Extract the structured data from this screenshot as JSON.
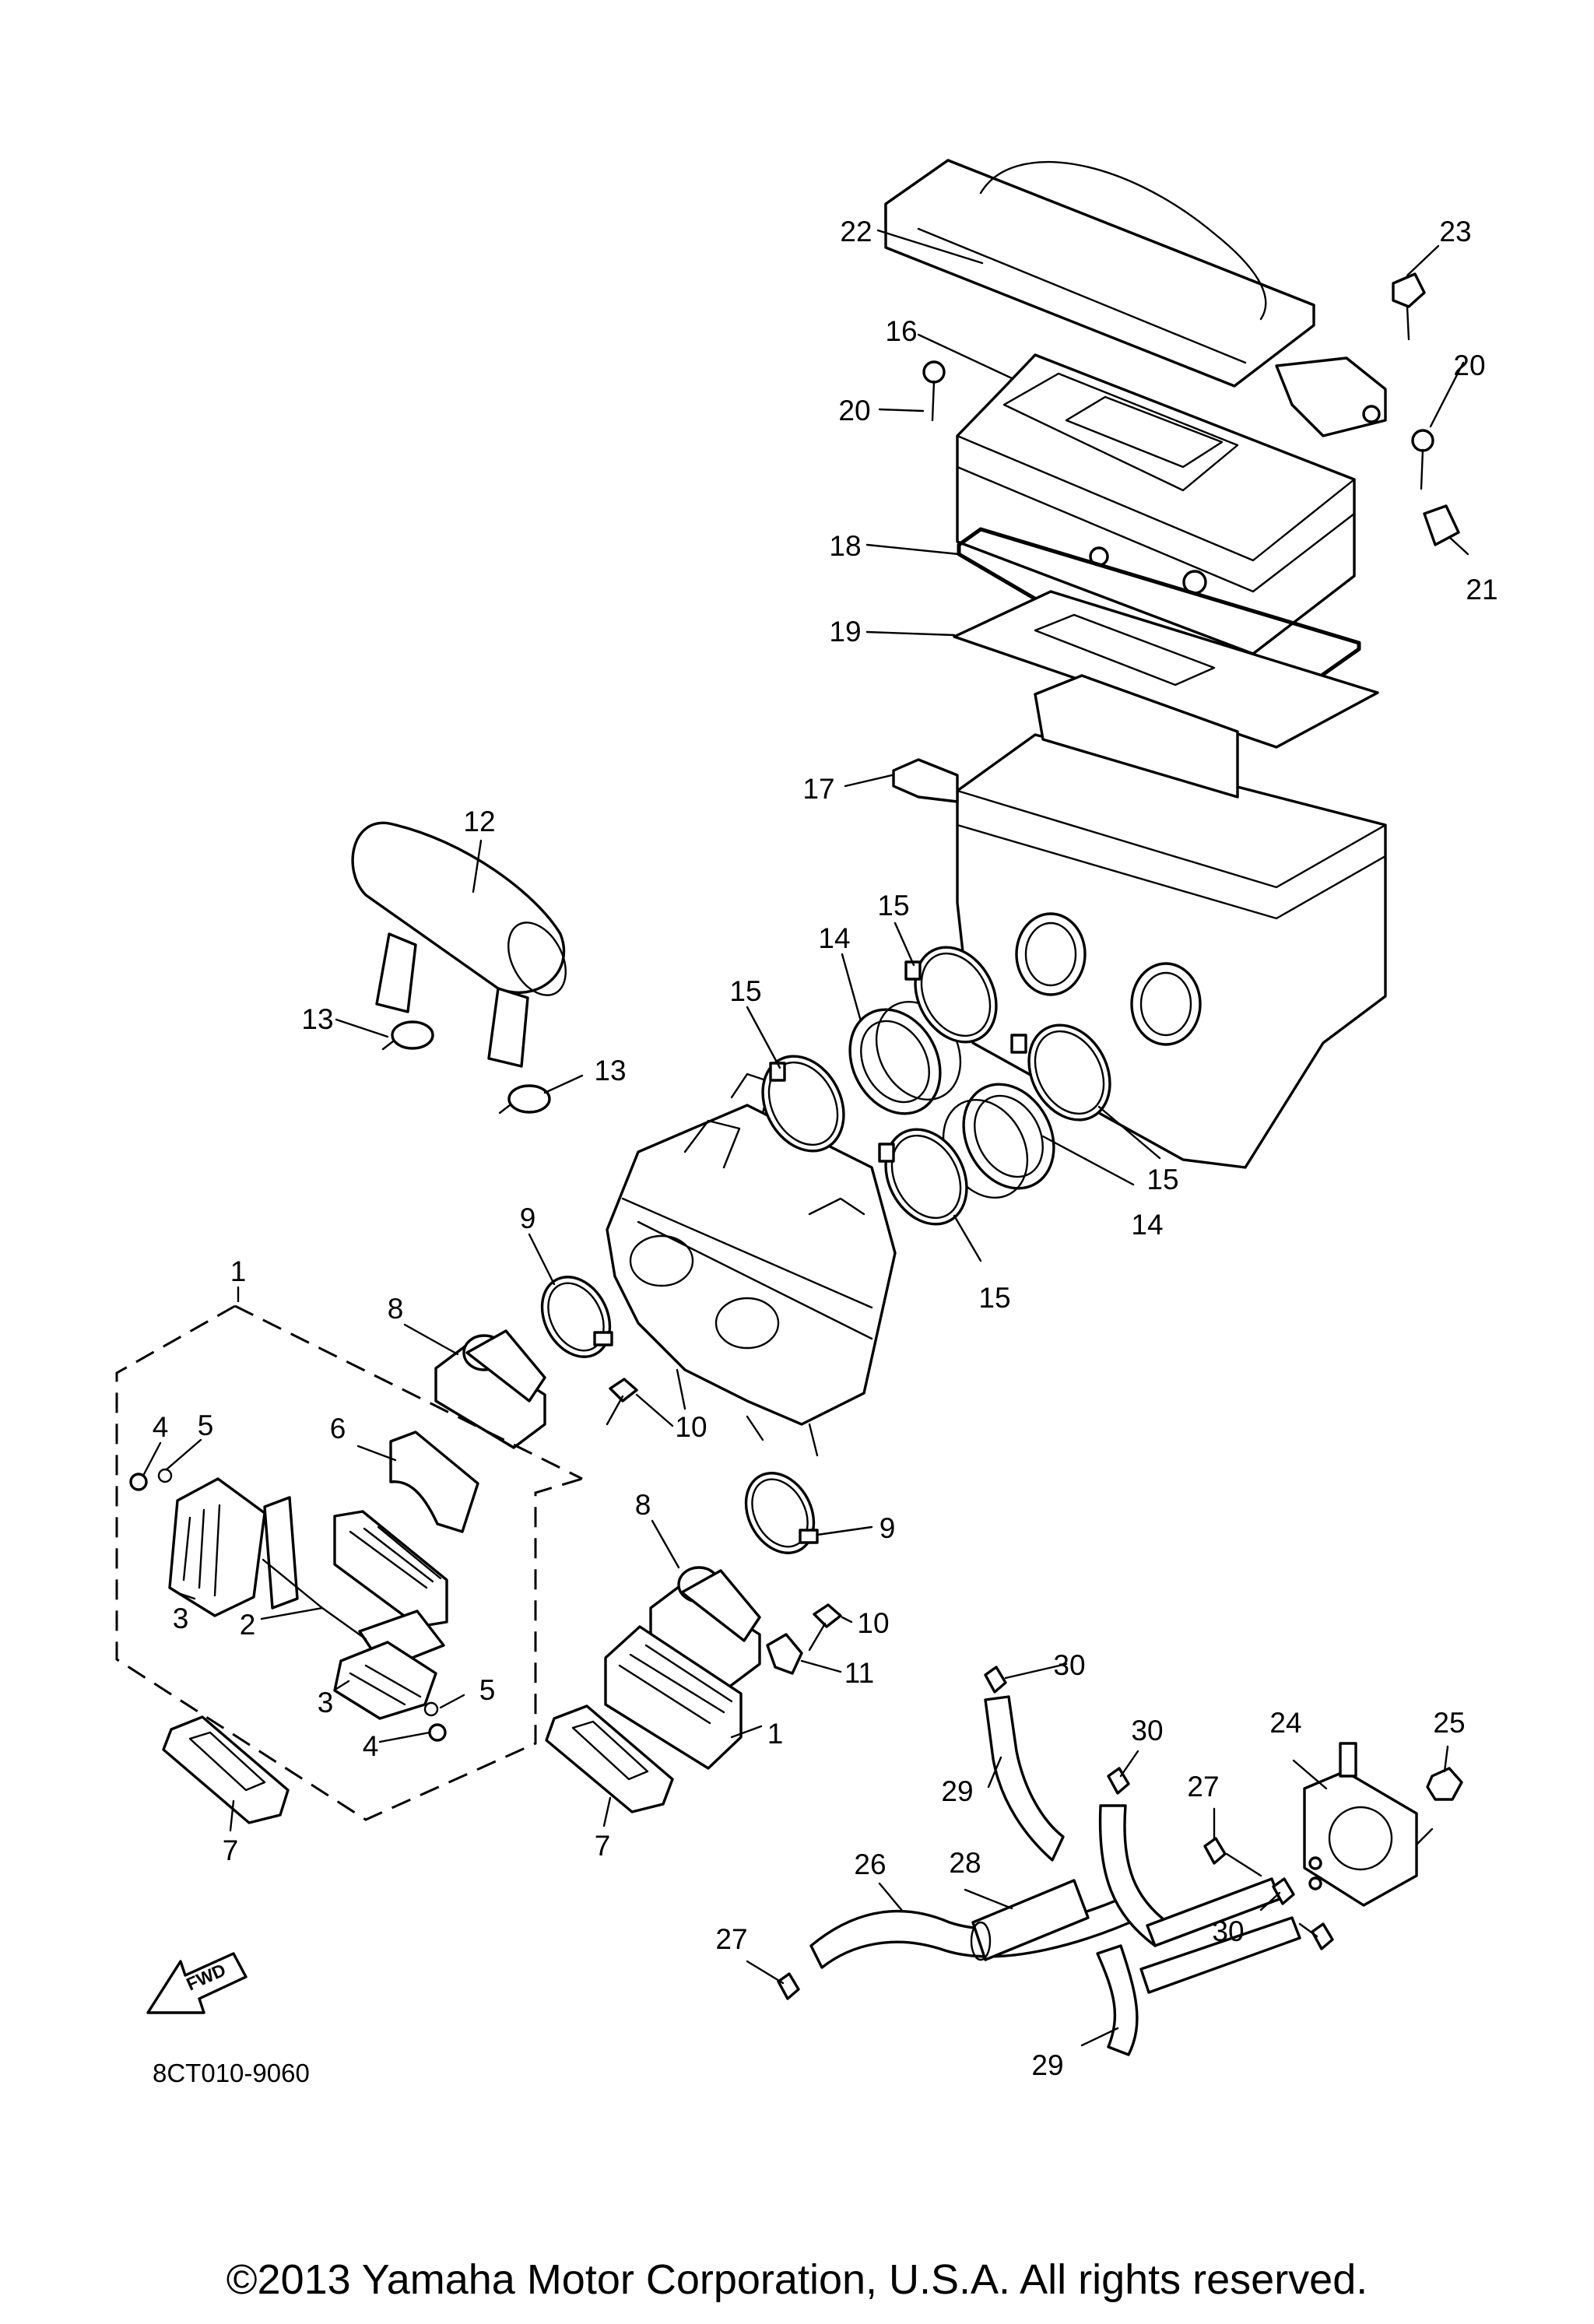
{
  "diagram": {
    "drawing_code": "8CT010-9060",
    "fwd_label": "FWD",
    "callouts": {
      "c1a": "1",
      "c1b": "1",
      "c2": "2",
      "c3a": "3",
      "c3b": "3",
      "c4a": "4",
      "c4b": "4",
      "c5a": "5",
      "c5b": "5",
      "c6": "6",
      "c7a": "7",
      "c7b": "7",
      "c8a": "8",
      "c8b": "8",
      "c9a": "9",
      "c9b": "9",
      "c10a": "10",
      "c10b": "10",
      "c11": "11",
      "c12": "12",
      "c13a": "13",
      "c13b": "13",
      "c14a": "14",
      "c14b": "14",
      "c15a": "15",
      "c15b": "15",
      "c15c": "15",
      "c15d": "15",
      "c16": "16",
      "c17": "17",
      "c18": "18",
      "c19": "19",
      "c20a": "20",
      "c20b": "20",
      "c21": "21",
      "c22": "22",
      "c23": "23",
      "c24": "24",
      "c25": "25",
      "c26": "26",
      "c27a": "27",
      "c27b": "27",
      "c28": "28",
      "c29a": "29",
      "c29b": "29",
      "c30a": "30",
      "c30b": "30",
      "c30c": "30"
    }
  },
  "footer": {
    "copyright": "©2013 Yamaha Motor Corporation, U.S.A. All rights reserved."
  }
}
